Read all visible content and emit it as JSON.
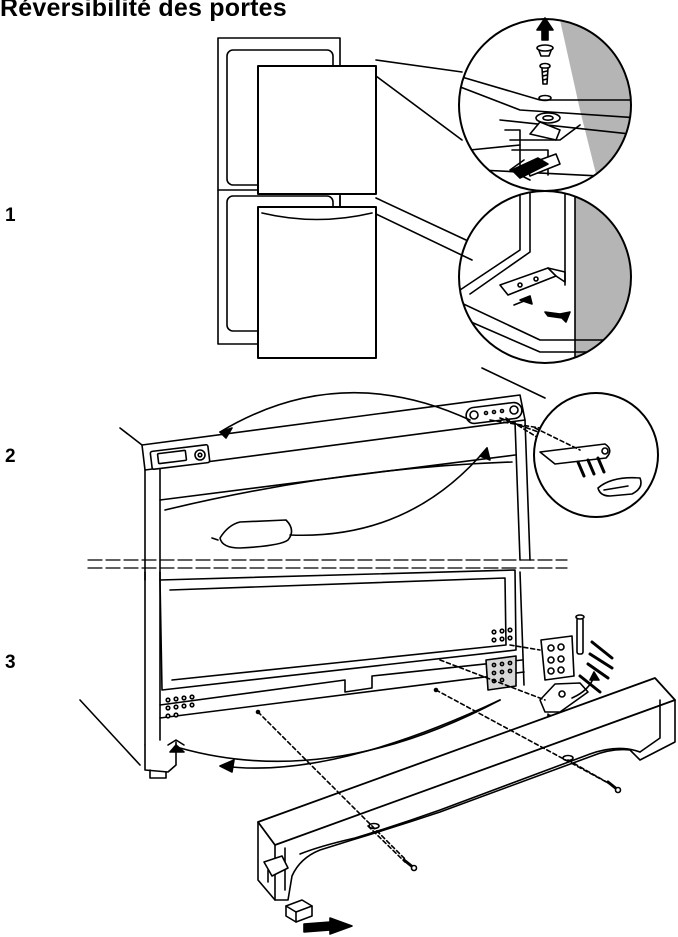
{
  "page": {
    "title": "Réversibilité des portes",
    "steps": [
      {
        "label": "1"
      },
      {
        "label": "2"
      },
      {
        "label": "3"
      }
    ]
  },
  "colors": {
    "ink": "#000000",
    "paper": "#ffffff",
    "wall_gray": "#b5b5b5",
    "part_gray": "#d8d8d8"
  }
}
